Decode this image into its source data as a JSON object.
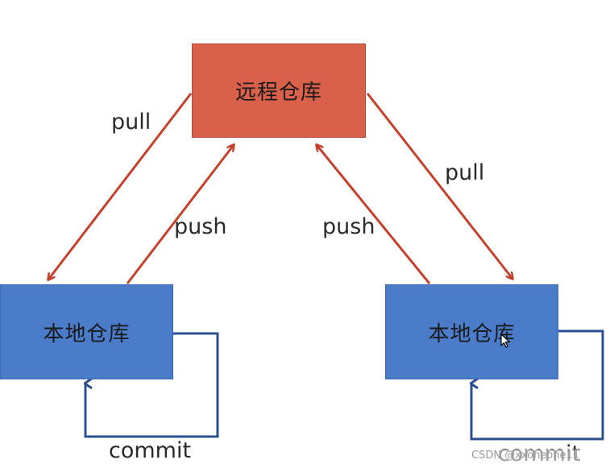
{
  "nodes": {
    "remote": {
      "label": "远程仓库"
    },
    "local_left": {
      "label": "本地仓库"
    },
    "local_right": {
      "label": "本地仓库"
    }
  },
  "edges": {
    "pull_left": "pull",
    "push_left": "push",
    "push_right": "push",
    "pull_right": "pull",
    "commit_left": "commit",
    "commit_right": "commit"
  },
  "watermark": "CSDN @xxoneone11",
  "colors": {
    "remote_fill": "#d9604b",
    "local_fill": "#4a7cc9",
    "remote_arrow": "#c2422d",
    "commit_arrow": "#2e4f8f"
  },
  "icons": {
    "cursor": "mouse-pointer-icon"
  }
}
